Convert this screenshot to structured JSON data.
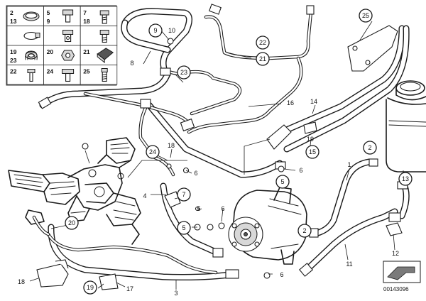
{
  "legend": {
    "cells": [
      {
        "label": "2",
        "icon": "hose-clamp-icon"
      },
      {
        "label": "5",
        "icon": "bolt-icon"
      },
      {
        "label": "7",
        "icon": "hollow-bolt-icon"
      },
      {
        "label": "13",
        "icon": "clamp-band-icon"
      },
      {
        "label": "9",
        "icon": "banjo-bolt-icon"
      },
      {
        "label": "18",
        "icon": "hex-bolt-icon"
      },
      {
        "label": "19",
        "icon": "seal-ring-icon"
      },
      {
        "label": "20",
        "icon": "hex-nut-icon"
      },
      {
        "label": "21",
        "icon": "bracket-block-icon"
      },
      {
        "label": "23",
        "icon": "spring-clip-icon"
      },
      {
        "label": "24",
        "icon": "flange-bolt-icon"
      },
      {
        "label": "25",
        "icon": "stud-bolt-icon"
      },
      {
        "label": "22",
        "icon": "screw-icon"
      }
    ]
  },
  "callouts": [
    {
      "id": "c9",
      "label": "9",
      "circled": true
    },
    {
      "id": "c10",
      "label": "10",
      "circled": false
    },
    {
      "id": "c8",
      "label": "8",
      "circled": false
    },
    {
      "id": "c22",
      "label": "22",
      "circled": true
    },
    {
      "id": "c21",
      "label": "21",
      "circled": true
    },
    {
      "id": "c23",
      "label": "23",
      "circled": true
    },
    {
      "id": "c25",
      "label": "25",
      "circled": true
    },
    {
      "id": "c16",
      "label": "16",
      "circled": false
    },
    {
      "id": "c14",
      "label": "14",
      "circled": false
    },
    {
      "id": "c19a",
      "label": "19",
      "circled": false
    },
    {
      "id": "c15",
      "label": "15",
      "circled": true
    },
    {
      "id": "c6a",
      "label": "6",
      "circled": false
    },
    {
      "id": "c5a",
      "label": "5",
      "circled": true
    },
    {
      "id": "c2a",
      "label": "2",
      "circled": true
    },
    {
      "id": "c1",
      "label": "1",
      "circled": false
    },
    {
      "id": "c13",
      "label": "13",
      "circled": true
    },
    {
      "id": "c24",
      "label": "24",
      "circled": true
    },
    {
      "id": "c18a",
      "label": "18",
      "circled": false
    },
    {
      "id": "c6b",
      "label": "6",
      "circled": false
    },
    {
      "id": "c7",
      "label": "7",
      "circled": true
    },
    {
      "id": "c4",
      "label": "4",
      "circled": false
    },
    {
      "id": "c5b",
      "label": "5",
      "circled": false
    },
    {
      "id": "c6c",
      "label": "6",
      "circled": false
    },
    {
      "id": "c5c",
      "label": "5",
      "circled": true
    },
    {
      "id": "c2b",
      "label": "2",
      "circled": true
    },
    {
      "id": "c20",
      "label": "20",
      "circled": true
    },
    {
      "id": "c6d",
      "label": "6",
      "circled": false
    },
    {
      "id": "c11",
      "label": "11",
      "circled": false
    },
    {
      "id": "c12",
      "label": "12",
      "circled": false
    },
    {
      "id": "c18b",
      "label": "18",
      "circled": false
    },
    {
      "id": "c19b",
      "label": "19",
      "circled": true
    },
    {
      "id": "c17",
      "label": "17",
      "circled": false
    },
    {
      "id": "c3",
      "label": "3",
      "circled": false
    }
  ],
  "document_number": "00143096"
}
